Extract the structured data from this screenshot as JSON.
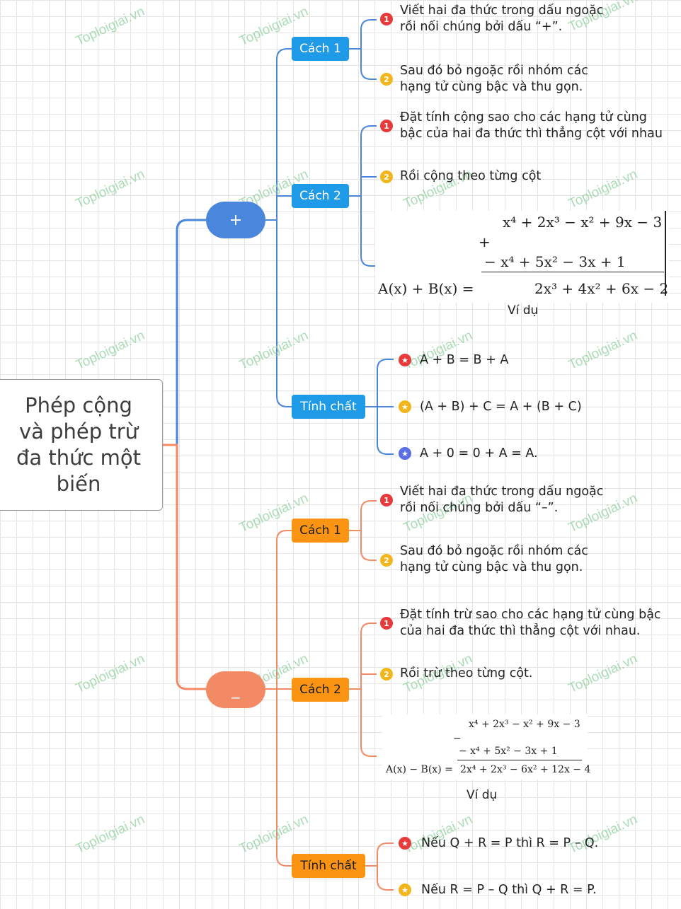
{
  "watermark": "Toploigiai.vn",
  "root": {
    "line1": "Phép cộng",
    "line2": "và phép trừ",
    "line3": "đa thức một",
    "line4": "biến"
  },
  "plus": {
    "label": "+",
    "cach1": {
      "label": "Cách 1",
      "item1": "Viết hai đa thức trong dấu ngoặc rồi nối chúng bởi dấu “+”.",
      "item2": "Sau đó bỏ ngoặc rồi nhóm các hạng tử cùng bậc và thu gọn."
    },
    "cach2": {
      "label": "Cách 2",
      "item1": "Đặt tính cộng sao cho các hạng tử cùng bậc của hai đa thức thì thẳng cột với nhau",
      "item2": "Rồi cộng theo từng cột",
      "example": {
        "row1": "x⁴ + 2x³  − x² + 9x − 3",
        "sign": "+",
        "row2": "− x⁴           + 5x² − 3x + 1",
        "lhs": "A(x) + B(x) =",
        "result": "2x³ + 4x² + 6x − 2",
        "caption": "Ví dụ"
      }
    },
    "tinhchat": {
      "label": "Tính chất",
      "item1": "A + B = B + A",
      "item2": "(A + B) + C = A + (B + C)",
      "item3": "A + 0 = 0 + A = A."
    }
  },
  "minus": {
    "label": "_",
    "cach1": {
      "label": "Cách 1",
      "item1": "Viết hai đa thức trong dấu ngoặc rồi nối chúng bởi dấu “–”.",
      "item2": "Sau đó bỏ ngoặc rồi nhóm các hạng tử cùng bậc và thu gọn."
    },
    "cach2": {
      "label": "Cách 2",
      "item1": "Đặt tính trừ sao cho các hạng tử cùng bậc của hai đa thức thì thẳng cột với nhau.",
      "item2": "Rồi trừ theo từng cột.",
      "example": {
        "row1": "x⁴ + 2x³  − x² + 9x   − 3",
        "sign": "−",
        "row2": "− x⁴          + 5x² − 3x  + 1",
        "lhs": "A(x) − B(x) =",
        "result": "2x⁴ + 2x³ − 6x² + 12x − 4",
        "caption": "Ví dụ"
      }
    },
    "tinhchat": {
      "label": "Tính chất",
      "item1": "Nếu Q + R = P thì R = P – Q.",
      "item2": "Nếu R = P – Q thì Q + R = P."
    }
  },
  "badges": {
    "one": "1",
    "two": "2",
    "star": "★"
  },
  "colors": {
    "blue": "#4a86dc",
    "orange": "#f38a66",
    "tag_blue": "#1e9ae6",
    "tag_orange": "#fb9413"
  }
}
